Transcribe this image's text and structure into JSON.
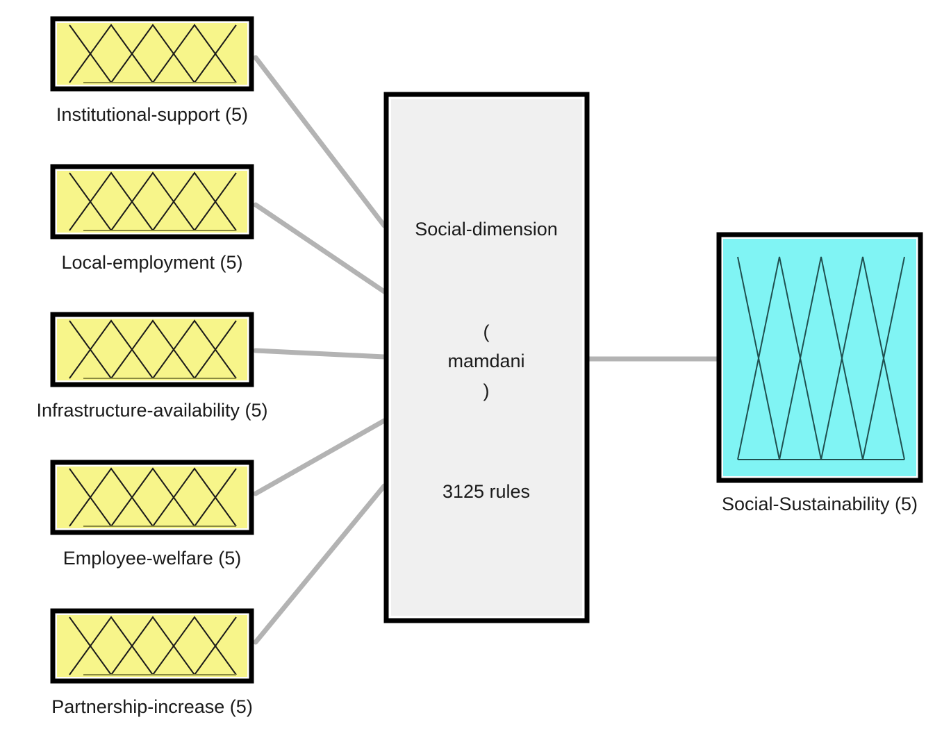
{
  "diagram": {
    "type": "fuzzy-inference-system",
    "system": {
      "name": "Social-dimension",
      "open_paren": "(",
      "method": "mamdani",
      "close_paren": ")",
      "rules_label": "3125 rules",
      "rule_count": 3125,
      "fill_color": "#f0f0f0"
    },
    "inputs": [
      {
        "name": "Institutional-support",
        "mf_count": 5,
        "label": "Institutional-support (5)"
      },
      {
        "name": "Local-employment",
        "mf_count": 5,
        "label": "Local-employment (5)"
      },
      {
        "name": "Infrastructure-availability",
        "mf_count": 5,
        "label": "Infrastructure-availability (5)"
      },
      {
        "name": "Employee-welfare",
        "mf_count": 5,
        "label": "Employee-welfare (5)"
      },
      {
        "name": "Partnership-increase",
        "mf_count": 5,
        "label": "Partnership-increase (5)"
      }
    ],
    "output": {
      "name": "Social-Sustainability",
      "mf_count": 5,
      "label": "Social-Sustainability (5)"
    },
    "colors": {
      "input_fill": "#f7f58a",
      "output_fill": "#80f4f4",
      "border": "#000000",
      "connector": "#b3b3b3",
      "mf_line": "#1a1a1a",
      "output_mf_line": "#1f4f4f"
    }
  }
}
